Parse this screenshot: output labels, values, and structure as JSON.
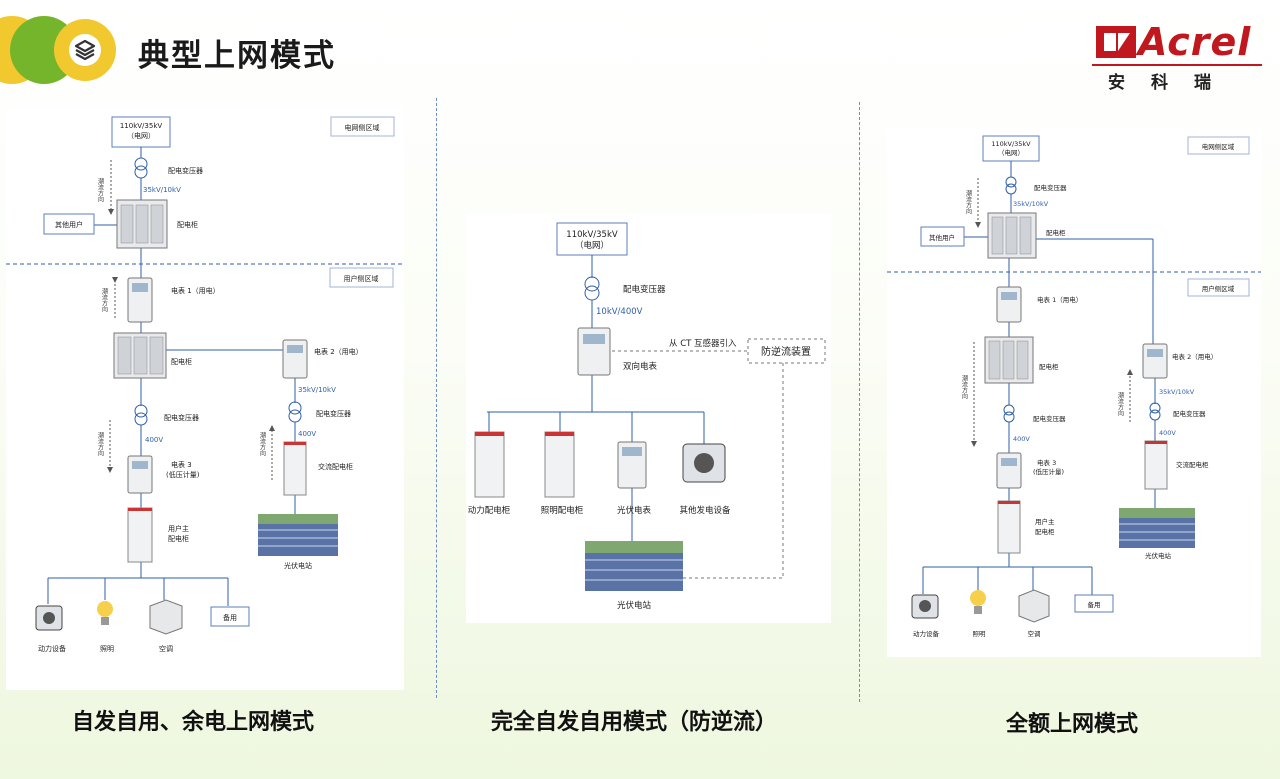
{
  "header": {
    "title": "典型上网模式"
  },
  "logo": {
    "word": "Acrel",
    "sub": "安科瑞"
  },
  "captions": [
    "自发自用、余电上网模式",
    "完全自发自用模式（防逆流）",
    "全额上网模式"
  ],
  "d1": {
    "source": [
      "110kV/35kV",
      "（电网）"
    ],
    "grid_region": "电网侧区域",
    "user_region": "用户侧区域",
    "transformer": "配电变压器",
    "flow": "潮流方向",
    "v1": "35kV/10kV",
    "other_user": "其他用户",
    "cabinet": "配电柜",
    "meter1": "电表 1（用电）",
    "cabinet2": "配电柜",
    "meter2": "电表 2（用电）",
    "v_pv": "35kV/10kV",
    "transformer2": "配电变压器",
    "transformer3": "配电变压器",
    "v400a": "400V",
    "v400b": "400V",
    "meter3": [
      "电表 3",
      "(低压计量)"
    ],
    "ac_cabinet": "交流配电柜",
    "main_cabinet": [
      "用户主",
      "配电柜"
    ],
    "pv": "光伏电站",
    "loads": [
      "动力设备",
      "照明",
      "空调",
      "备用"
    ]
  },
  "d2": {
    "source": [
      "110kV/35kV",
      "（电网）"
    ],
    "transformer": "配电变压器",
    "v": "10kV/400V",
    "ct": "从 CT 互感器引入",
    "device": "防逆流装置",
    "meter": "双向电表",
    "branches": [
      "动力配电柜",
      "照明配电柜",
      "光伏电表",
      "其他发电设备"
    ],
    "pv": "光伏电站"
  },
  "d3": {
    "source": [
      "110kV/35kV",
      "（电网）"
    ],
    "grid_region": "电网侧区域",
    "user_region": "用户侧区域",
    "transformer": "配电变压器",
    "flow": "潮流方向",
    "v1": "35kV/10kV",
    "other_user": "其他用户",
    "cabinet": "配电柜",
    "meter1": "电表 1（用电）",
    "meter2": "电表 2（用电）",
    "cabinet2": "配电柜",
    "v_pv": "35kV/10kV",
    "transformer2": "配电变压器",
    "transformer3": "配电变压器",
    "v400a": "400V",
    "v400b": "400V",
    "meter3": [
      "电表 3",
      "(低压计量)"
    ],
    "ac_cabinet": "交流配电柜",
    "main_cabinet": [
      "用户主",
      "配电柜"
    ],
    "pv": "光伏电站",
    "loads": [
      "动力设备",
      "照明",
      "空调",
      "备用"
    ]
  },
  "colors": {
    "accent_green": "#74b52b",
    "accent_yellow": "#f2c82f",
    "brand_red": "#c0181e",
    "line_blue": "#2f5fa8"
  }
}
